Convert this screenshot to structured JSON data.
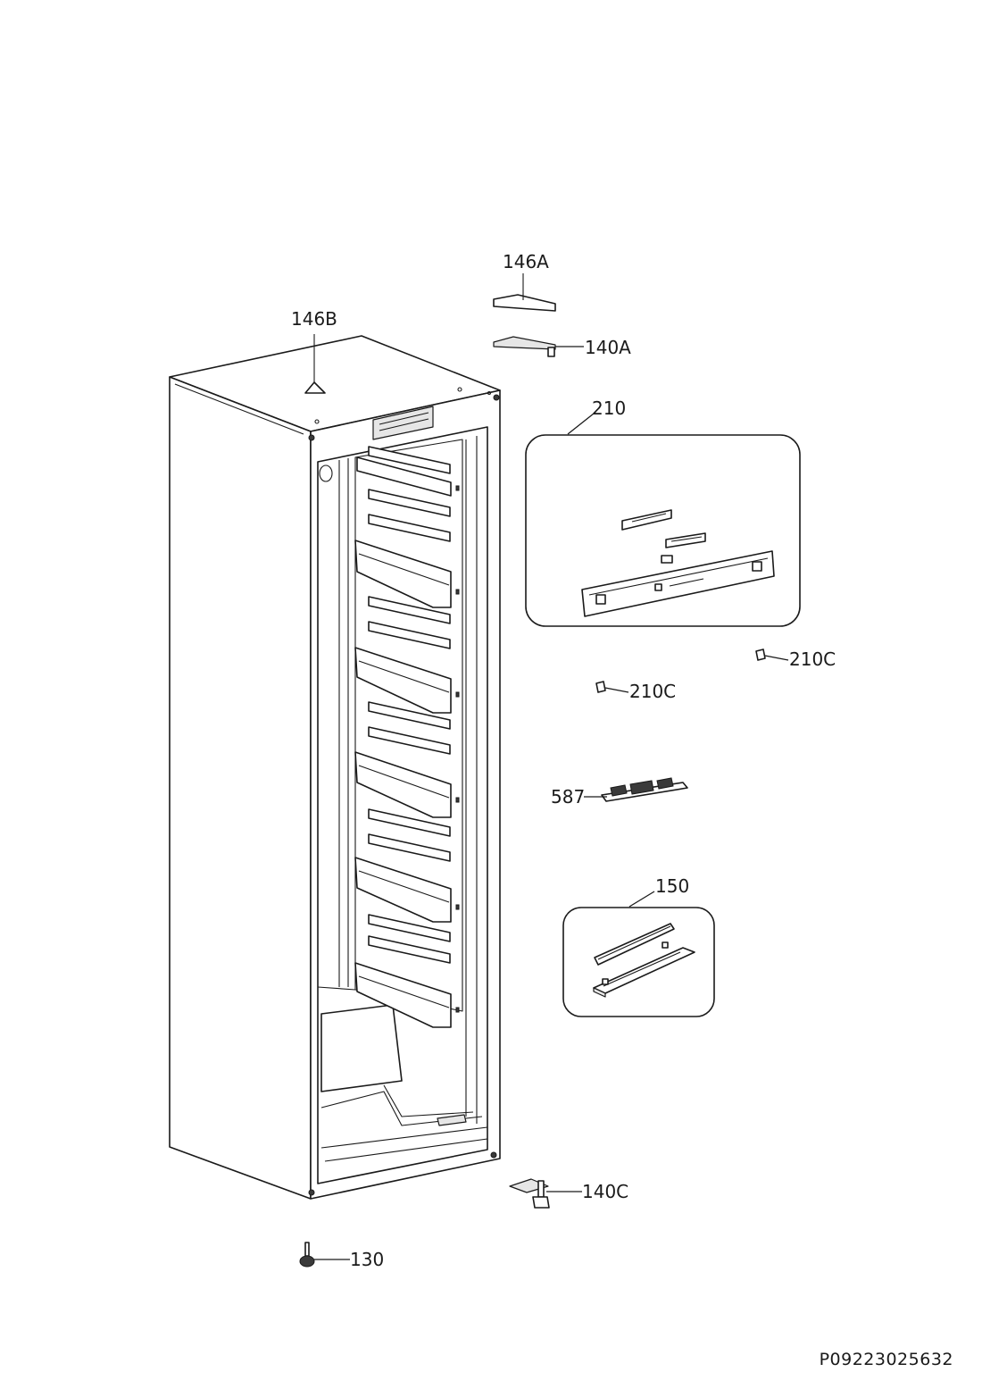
{
  "document_number": "P09223025632",
  "labels": {
    "l146A": "146A",
    "l146B": "146B",
    "l140A": "140A",
    "l210": "210",
    "l210C_right": "210C",
    "l210C_left": "210C",
    "l587": "587",
    "l150": "150",
    "l140C": "140C",
    "l130": "130"
  }
}
